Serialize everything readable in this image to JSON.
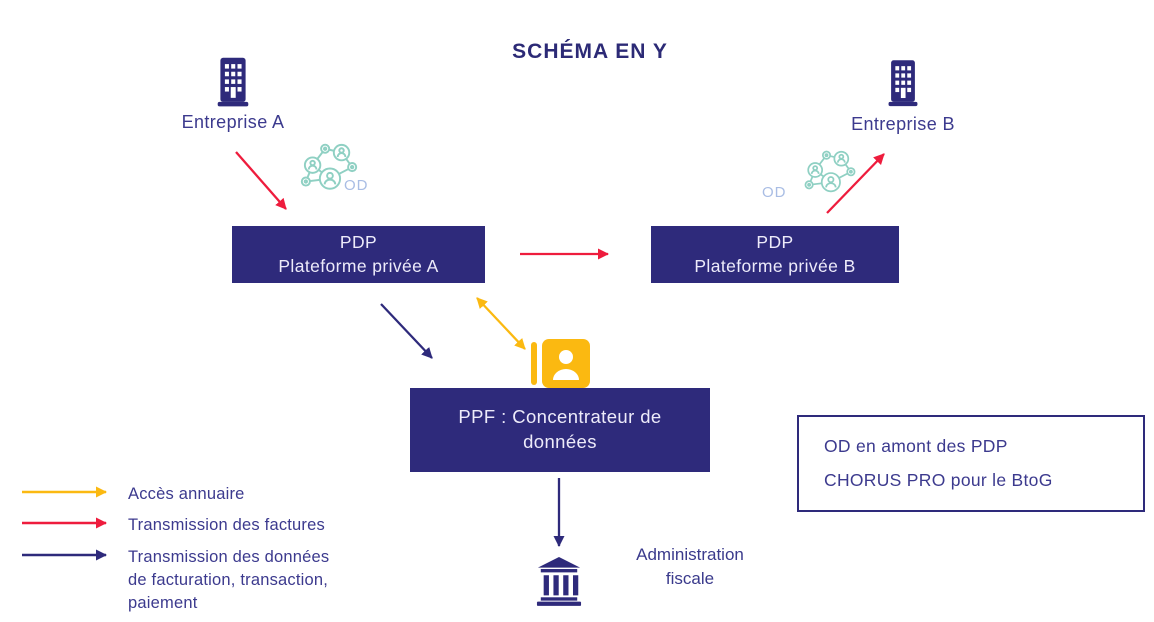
{
  "title": "SCHÉMA EN Y",
  "entities": {
    "entreprise_a": {
      "label": "Entreprise A"
    },
    "entreprise_b": {
      "label": "Entreprise B"
    },
    "od_a": {
      "label": "OD"
    },
    "od_b": {
      "label": "OD"
    },
    "pdp_a": {
      "line1": "PDP",
      "line2": "Plateforme privée A"
    },
    "pdp_b": {
      "line1": "PDP",
      "line2": "Plateforme privée B"
    },
    "ppf": {
      "line1": "PPF : Concentrateur de",
      "line2": "données"
    },
    "administration": {
      "line1": "Administration",
      "line2": "fiscale"
    }
  },
  "note_box": {
    "line1": "OD en amont des PDP",
    "line2": "CHORUS PRO pour le BtoG"
  },
  "legend": {
    "items": [
      {
        "name": "acces-annuaire",
        "color": "#fbb911",
        "label": "Accès annuaire"
      },
      {
        "name": "transmission-factures",
        "color": "#ee1c3d",
        "label": "Transmission des factures"
      },
      {
        "name": "transmission-donnees",
        "color": "#2e2a7b",
        "label": "Transmission des données de facturation, transaction, paiement"
      }
    ]
  },
  "icons": {
    "entreprise": "building-icon",
    "od": "network-users-icon",
    "annuaire": "contact-book-icon",
    "administration": "bank-icon"
  },
  "colors": {
    "indigo": "#2e2a7b",
    "text_indigo": "#3c3a8e",
    "red": "#ee1c3d",
    "amber": "#fbb911",
    "teal": "#8fd0c3",
    "periwinkle": "#a9bde4",
    "box_text": "#edebfa"
  }
}
